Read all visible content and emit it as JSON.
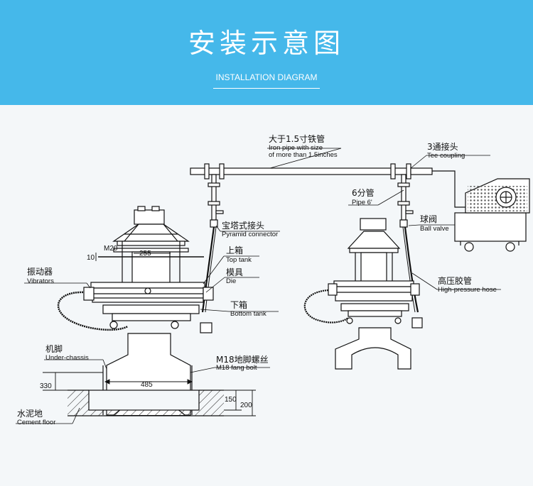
{
  "header": {
    "title_cn": "安装示意图",
    "title_en": "INSTALLATION DIAGRAM",
    "background": "#45b8ea"
  },
  "labels": {
    "iron_pipe_cn": "大于1.5寸铁管",
    "iron_pipe_en_1": "Iron pipe with size",
    "iron_pipe_en_2": "of more than 1.5inches",
    "tee_cn": "3通接头",
    "tee_en": "Tee coupling",
    "pipe6_cn": "6分管",
    "pipe6_en": "Pipe 6'",
    "pyramid_cn": "宝塔式接头",
    "pyramid_en": "Pyramid connector",
    "ball_valve_cn": "球阀",
    "ball_valve_en": "Ball valve",
    "top_tank_cn": "上箱",
    "top_tank_en": "Top tank",
    "vibrators_cn": "振动器",
    "vibrators_en": "Vibrators",
    "die_cn": "模具",
    "die_en": "Die",
    "hose_cn": "高压胶管",
    "hose_en": "High-pressure hose",
    "bottom_tank_cn": "下箱",
    "bottom_tank_en": "Bottom tank",
    "chassis_cn": "机脚",
    "chassis_en": "Under-chassis",
    "bolt_cn": "M18地脚螺丝",
    "bolt_en": "M18 fang bolt",
    "cement_cn": "水泥地",
    "cement_en": "Cement floor"
  },
  "dimensions": {
    "m20": "M20",
    "d255": "255",
    "d10": "10",
    "d485": "485",
    "d330": "330",
    "d150": "150",
    "d200": "200"
  }
}
